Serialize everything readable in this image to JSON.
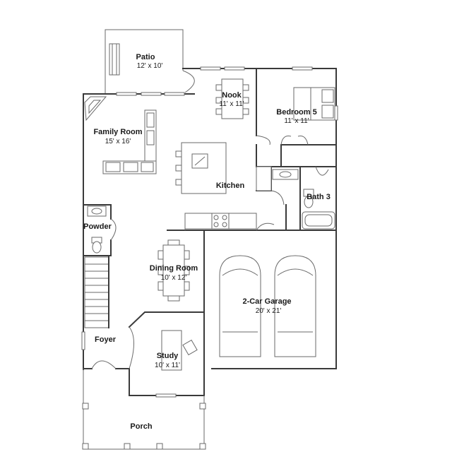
{
  "rooms": {
    "patio": {
      "name": "Patio",
      "dims": "12' x 10'"
    },
    "nook": {
      "name": "Nook",
      "dims": "11' x 11'"
    },
    "bedroom5": {
      "name": "Bedroom 5",
      "dims": "11' x 11'"
    },
    "family": {
      "name": "Family Room",
      "dims": "15' x 16'"
    },
    "kitchen": {
      "name": "Kitchen"
    },
    "bath3": {
      "name": "Bath 3"
    },
    "powder": {
      "name": "Powder"
    },
    "dining": {
      "name": "Dining Room",
      "dims": "10' x 12'"
    },
    "garage": {
      "name": "2-Car Garage",
      "dims": "20' x 21'"
    },
    "foyer": {
      "name": "Foyer"
    },
    "study": {
      "name": "Study",
      "dims": "10' x 11'"
    },
    "porch": {
      "name": "Porch"
    }
  }
}
